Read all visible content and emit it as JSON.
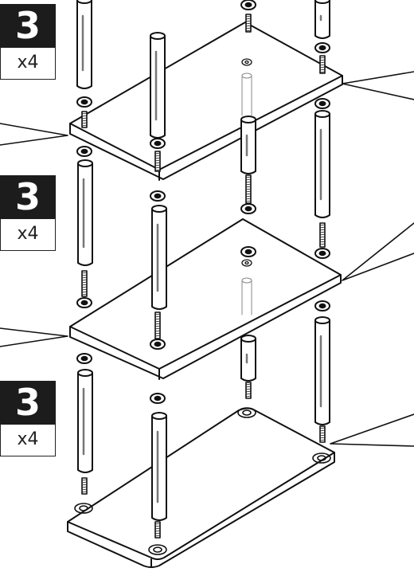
{
  "steps": [
    {
      "number": "3",
      "quantity": "x4"
    },
    {
      "number": "3",
      "quantity": "x4"
    },
    {
      "number": "3",
      "quantity": "x4"
    }
  ],
  "colors": {
    "line": "#111111",
    "badge_bg": "#1c1c1c",
    "badge_text": "#ffffff"
  },
  "icons": [
    "shelf-panel",
    "standoff-post",
    "washer",
    "threaded-stud",
    "callout-line"
  ]
}
